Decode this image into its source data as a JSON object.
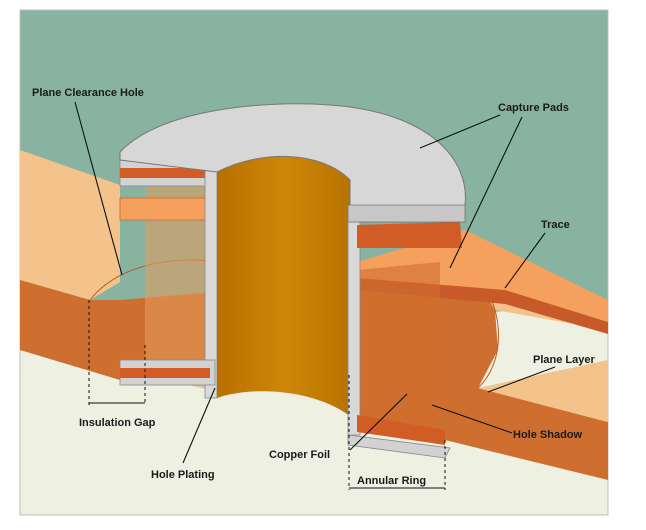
{
  "labels": {
    "plane_clearance_hole": "Plane Clearance Hole",
    "capture_pads": "Capture Pads",
    "trace": "Trace",
    "plane_layer": "Plane Layer",
    "insulation_gap": "Insulation Gap",
    "hole_plating": "Hole Plating",
    "copper_foil": "Copper Foil",
    "hole_shadow": "Hole Shadow",
    "annular_ring": "Annular Ring"
  },
  "colors": {
    "substrate_top": "#87b3a0",
    "substrate_bottom": "#eef0e2",
    "plane_top": "#f4c38c",
    "plane_side": "#cf6f2f",
    "copper_bright": "#f5a05c",
    "copper_dark": "#c85a2a",
    "hole_inner": "#c97f05",
    "plating_gray": "#cfcfcf"
  }
}
